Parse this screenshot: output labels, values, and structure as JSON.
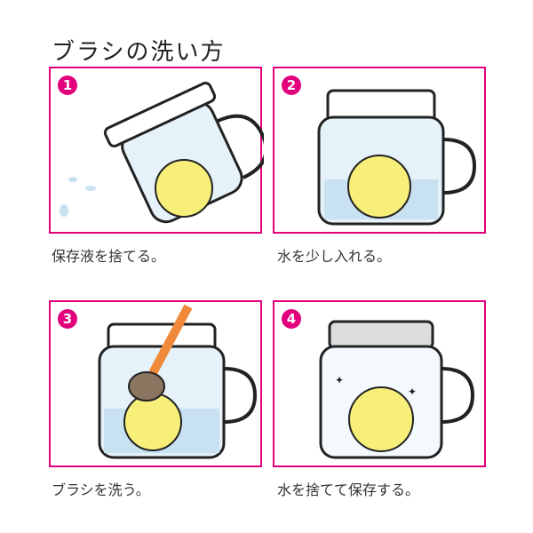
{
  "title": "ブラシの洗い方",
  "steps": [
    {
      "number": "1",
      "caption": "保存液を捨てる。"
    },
    {
      "number": "2",
      "caption": "水を少し入れる。"
    },
    {
      "number": "3",
      "caption": "ブラシを洗う。"
    },
    {
      "number": "4",
      "caption": "水を捨てて保存する。"
    }
  ],
  "colors": {
    "accent": "#e2007d",
    "liquid": "#f7ef7a",
    "glass": "#c8e2f2"
  }
}
